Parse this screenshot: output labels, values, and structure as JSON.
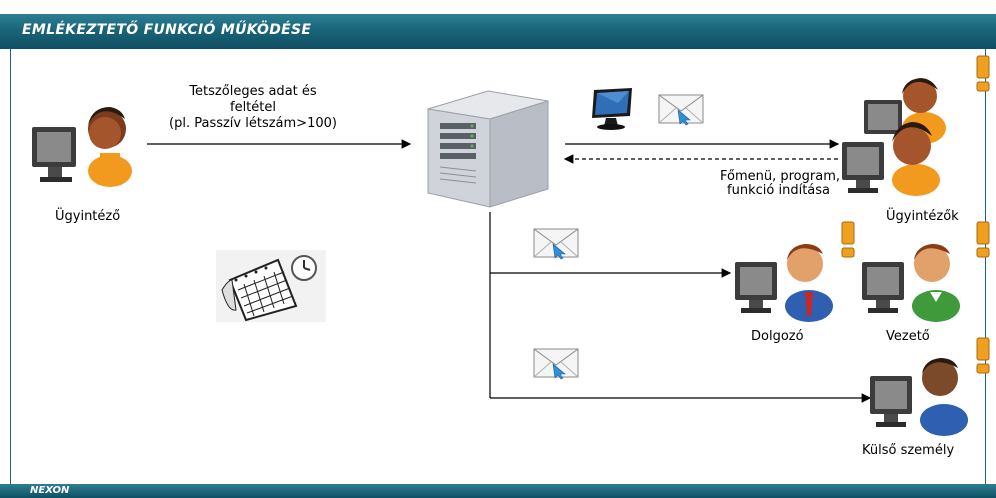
{
  "header": {
    "title": "EMLÉKEZTETŐ FUNKCIÓ MŰKÖDÉSE"
  },
  "footer": {
    "brand": "NEXON"
  },
  "nodes": {
    "sender": "Ügyintéző",
    "clerks": "Ügyintézők",
    "employee": "Dolgozó",
    "manager": "Vezető",
    "external": "Külső személy"
  },
  "edges": {
    "condition_line1": "Tetszőleges adat és",
    "condition_line2": "feltétel",
    "condition_line3": "(pl. Passzív létszám>100)",
    "launch_line1": "Főmenü, program,",
    "launch_line2": "funkció indítása"
  },
  "colors": {
    "header_bg": "#1a6579",
    "arrow": "#000000",
    "alert": "#f0a020"
  }
}
